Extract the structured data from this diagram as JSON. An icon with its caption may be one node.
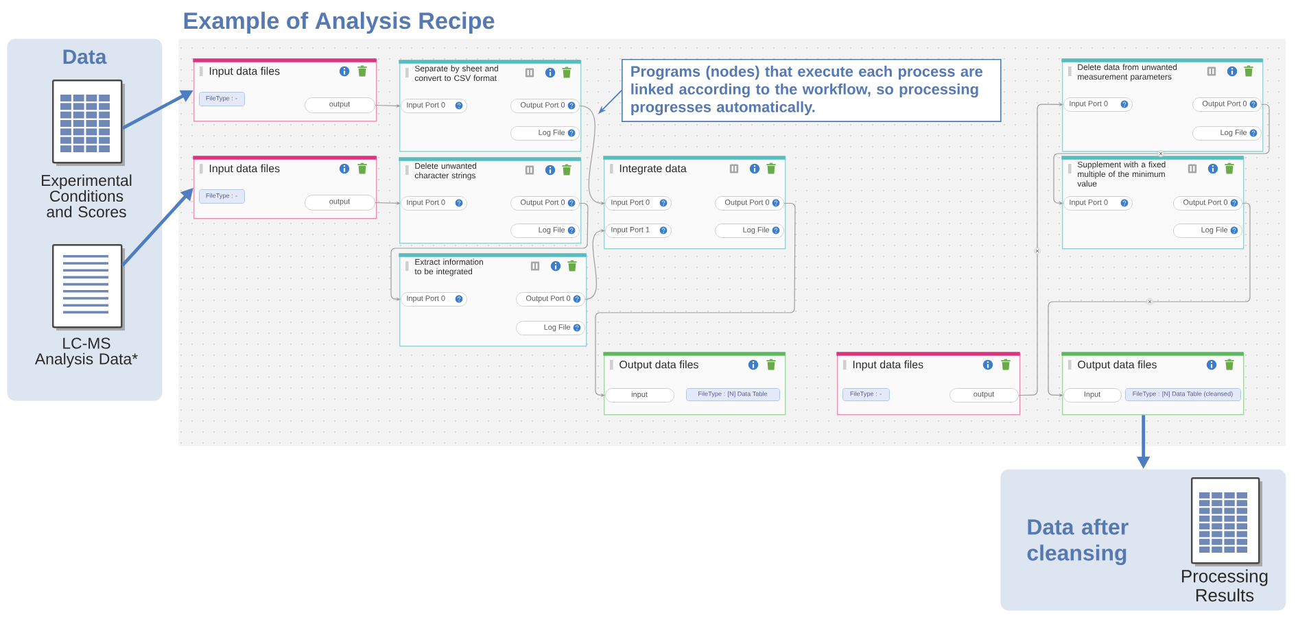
{
  "diagram": {
    "nodes": [
      {
        "text": [
          "Data"
        ]
      },
      {
        "text": [],
        "shape": "picture",
        "beside": [
          "Experimental Conditions and Scores"
        ],
        "in": 0
      },
      {
        "text": [],
        "shape": "picture",
        "beside": [
          "LC-MS Analysis Data*"
        ],
        "in": 0
      },
      {
        "text": [
          "Example of Analysis Recipe"
        ]
      },
      {
        "text": [
          "Input data files"
        ],
        "in": 3
      },
      {
        "text": [
          "FileType : -"
        ],
        "in": 4
      },
      {
        "text": [
          "output"
        ],
        "in": 4
      },
      {
        "text": [
          "Separate by sheet and convert to CSV format"
        ],
        "in": 3
      },
      {
        "text": [
          "Input Port 0"
        ],
        "in": 7
      },
      {
        "text": [
          "Output Port 0"
        ],
        "in": 7
      },
      {
        "text": [
          "Log File"
        ],
        "in": 7
      },
      {
        "text": [
          "Programs (nodes) that execute each process are linked according to the workflow, so processing progresses automatically."
        ],
        "in": 3
      },
      {
        "text": [
          "Input data files"
        ],
        "in": 3
      },
      {
        "text": [
          "FileType : -"
        ],
        "in": 12
      },
      {
        "text": [
          "output"
        ],
        "in": 12
      },
      {
        "text": [
          "Delete unwanted character strings"
        ],
        "in": 3
      },
      {
        "text": [
          "Input Port 0"
        ],
        "in": 15
      },
      {
        "text": [
          "Output Port 0"
        ],
        "in": 15
      },
      {
        "text": [
          "Log File"
        ],
        "in": 15
      },
      {
        "text": [
          "Integrate data"
        ],
        "in": 3
      },
      {
        "text": [
          "Input Port 0"
        ],
        "in": 19
      },
      {
        "text": [
          "Input Port 1"
        ],
        "in": 19
      },
      {
        "text": [
          "Output Port 0"
        ],
        "in": 19
      },
      {
        "text": [
          "Log File"
        ],
        "in": 19
      },
      {
        "text": [
          "Delete data from unwanted measurement parameters"
        ],
        "in": 3
      },
      {
        "text": [
          "Input Port 0"
        ],
        "in": 24
      },
      {
        "text": [
          "Output Port 0"
        ],
        "in": 24
      },
      {
        "text": [
          "Log File"
        ],
        "in": 24
      },
      {
        "text": [
          "Supplement with a fixed multiple of the minimum value"
        ],
        "in": 3
      },
      {
        "text": [
          "Input Port 0"
        ],
        "in": 28
      },
      {
        "text": [
          "Output Port 0"
        ],
        "in": 28
      },
      {
        "text": [
          "Log File"
        ],
        "in": 28
      },
      {
        "text": [
          "Extract information to be integrated"
        ],
        "in": 3
      },
      {
        "text": [
          "Input Port 0"
        ],
        "in": 32
      },
      {
        "text": [
          "Output Port 0"
        ],
        "in": 32
      },
      {
        "text": [
          "Log File"
        ],
        "in": 32
      },
      {
        "text": [
          "Output data files"
        ],
        "in": 3
      },
      {
        "text": [
          "input"
        ],
        "in": 36
      },
      {
        "text": [
          "FileType : [N] Data Table"
        ],
        "in": 36
      },
      {
        "text": [
          "Input data files"
        ],
        "in": 3
      },
      {
        "text": [
          "FileType : -"
        ],
        "in": 39
      },
      {
        "text": [
          "output"
        ],
        "in": 39
      },
      {
        "text": [
          "Output data files"
        ],
        "in": 3
      },
      {
        "text": [
          "Input"
        ],
        "in": 42
      },
      {
        "text": [
          "FileType : [N] Data Table (cleansed)"
        ],
        "in": 42
      },
      {
        "text": [
          "Data after cleansing"
        ]
      },
      {
        "text": [],
        "shape": "picture",
        "beside": [
          "Processing Results"
        ],
        "in": 45
      }
    ],
    "edges": [
      {
        "from": 1,
        "to": 4,
        "arrow": "to",
        "style": "thick",
        "color": "#4f7ec0"
      },
      {
        "from": 2,
        "to": 12,
        "arrow": "to",
        "style": "thick",
        "color": "#4f7ec0"
      },
      {
        "from": 6,
        "to": 8,
        "arrow": "to"
      },
      {
        "from": 14,
        "to": 16,
        "arrow": "to"
      },
      {
        "from": 9,
        "to": 20,
        "arrow": "to"
      },
      {
        "from": 17,
        "to": 33,
        "arrow": "to"
      },
      {
        "from": 34,
        "to": 21,
        "arrow": "to"
      },
      {
        "from": 22,
        "to": 37,
        "arrow": "to"
      },
      {
        "from": 41,
        "to": 25,
        "arrow": "to"
      },
      {
        "from": 26,
        "to": 29,
        "arrow": "to"
      },
      {
        "from": 30,
        "to": 43,
        "arrow": "to"
      },
      {
        "from": 42,
        "to": 45,
        "arrow": "to",
        "style": "thick",
        "color": "#4f7ec0"
      },
      {
        "from": 11,
        "to": null,
        "arrow": "to",
        "color": "#4f7ec0"
      }
    ]
  }
}
